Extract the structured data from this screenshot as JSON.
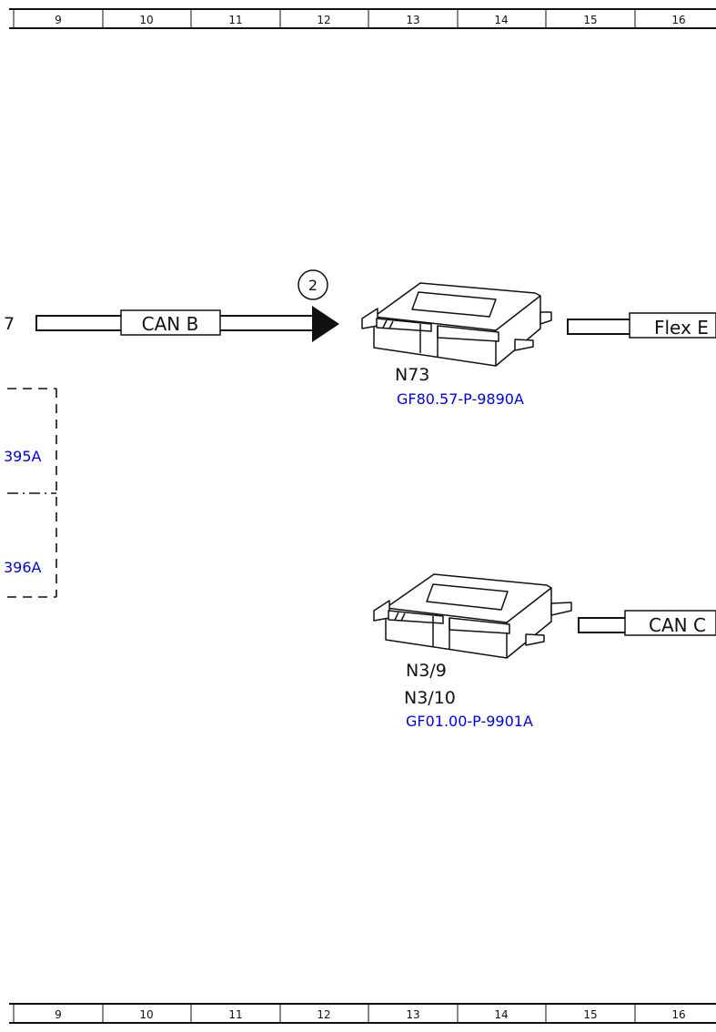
{
  "ruler": {
    "columns": [
      "9",
      "10",
      "11",
      "12",
      "13",
      "14",
      "15",
      "16"
    ]
  },
  "diagram": {
    "left_fragment_mark": "7",
    "can_b_label": "CAN B",
    "connector_number": "2",
    "flex_label": "Flex E",
    "can_c_label": "CAN C",
    "module_n73": {
      "name": "N73",
      "ref": "GF80.57-P-9890A"
    },
    "module_n3": {
      "name_1": "N3/9",
      "name_2": "N3/10",
      "ref": "GF01.00-P-9901A"
    },
    "dashed_ref_1": "395A",
    "dashed_ref_2": "396A"
  },
  "colors": {
    "line": "#111111",
    "link": "#0000dd",
    "background": "#ffffff"
  }
}
